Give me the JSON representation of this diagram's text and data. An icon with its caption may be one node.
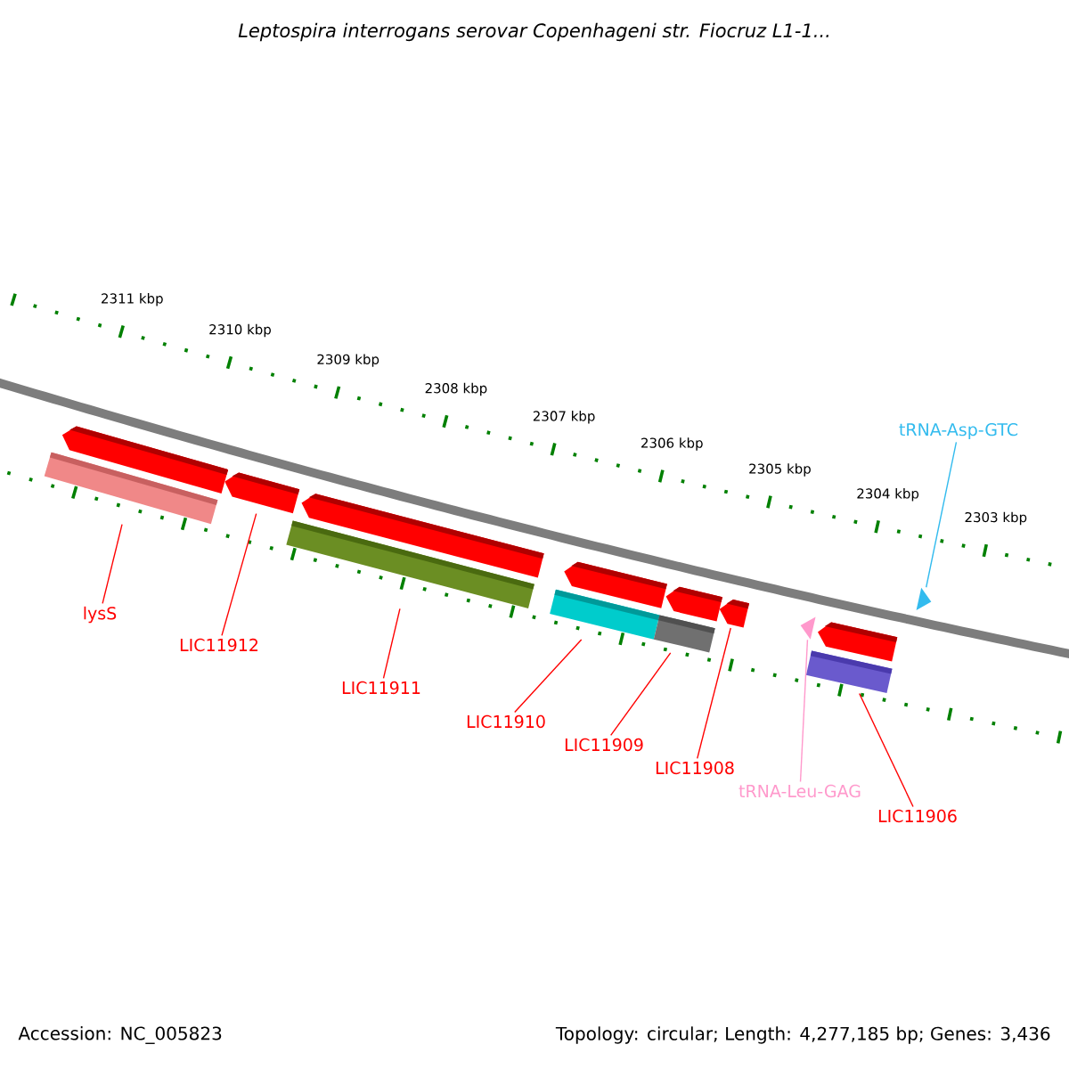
{
  "diagram": {
    "title": "Leptospira interrogans serovar Copenhageni str. Fiocruz L1-1...",
    "nodes": [
      {
        "text": [],
        "shape": "pentagon"
      },
      {
        "text": [],
        "shape": "bar"
      },
      {
        "text": [],
        "shape": "pentagon"
      },
      {
        "text": [],
        "shape": "bar"
      },
      {
        "text": [],
        "shape": "pentagon"
      },
      {
        "text": [],
        "shape": "pentagon"
      },
      {
        "text": [],
        "shape": "bar"
      },
      {
        "text": [],
        "shape": "pentagon"
      },
      {
        "text": [],
        "shape": "bar"
      },
      {
        "text": [],
        "shape": "pentagon"
      },
      {
        "text": [],
        "shape": "triangle"
      },
      {
        "text": [],
        "shape": "pentagon"
      },
      {
        "text": [],
        "shape": "bar"
      },
      {
        "text": [],
        "shape": "triangle"
      },
      {
        "text": [
          "tRNA-Asp-GTC"
        ]
      },
      {
        "text": [
          "lysS"
        ]
      },
      {
        "text": [
          "LIC11912"
        ]
      },
      {
        "text": [
          "LIC11911"
        ]
      },
      {
        "text": [
          "LIC11910"
        ]
      },
      {
        "text": [
          "LIC11909"
        ]
      },
      {
        "text": [
          "LIC11908"
        ]
      },
      {
        "text": [
          "tRNA-Leu-GAG"
        ]
      },
      {
        "text": [
          "LIC11906"
        ]
      }
    ],
    "edges": [
      {
        "from": 14,
        "to": 13,
        "arrow": "none",
        "color": "#33bbee"
      },
      {
        "from": 15,
        "to": 1,
        "arrow": "none"
      },
      {
        "from": 16,
        "to": 2,
        "arrow": "none"
      },
      {
        "from": 17,
        "to": 3,
        "arrow": "none"
      },
      {
        "from": 18,
        "to": 6,
        "arrow": "none"
      },
      {
        "from": 19,
        "to": 8,
        "arrow": "none"
      },
      {
        "from": 20,
        "to": 9,
        "arrow": "none"
      },
      {
        "from": 21,
        "to": 10,
        "arrow": "none",
        "color": "#ff99cc"
      },
      {
        "from": 22,
        "to": 12,
        "arrow": "none"
      }
    ],
    "labels": [
      "2311 kbp",
      "2310 kbp",
      "2309 kbp",
      "2308 kbp",
      "2307 kbp",
      "2306 kbp",
      "2305 kbp",
      "2304 kbp",
      "2303 kbp",
      "Accession: NC_005823",
      "Topology: circular; Length: 4,277,185 bp; Genes: 3,436"
    ]
  }
}
